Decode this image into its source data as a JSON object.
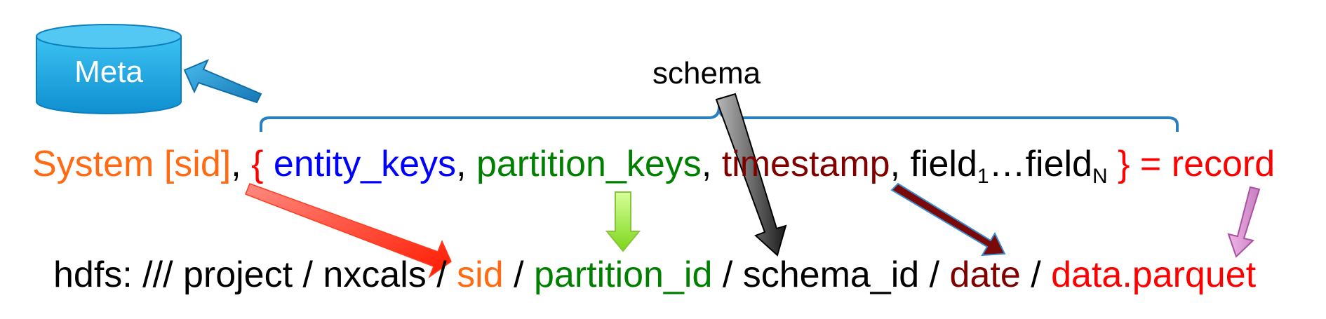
{
  "colors": {
    "system": "#ff6a13",
    "brace": "#ff0000",
    "entity": "#0000ff",
    "partition": "#008000",
    "timestamp": "#800000",
    "record": "#ff0000",
    "db": "#1ba7e3",
    "schema_brace": "#2a7fc1"
  },
  "meta": {
    "label": "Meta",
    "icon": "database-cylinder-icon"
  },
  "schema": {
    "label": "schema"
  },
  "record_line": {
    "system": "System [sid]",
    "comma1": ",",
    "open_brace": "{",
    "entity_keys": "entity_keys",
    "comma2": ",",
    "partition_keys": "partition_keys",
    "comma3": ",",
    "timestamp": "timestamp",
    "comma4": ",",
    "field_prefix": "field",
    "field_sub1": "1",
    "ellipsis": "…field",
    "field_subN": "N",
    "close_brace": "}",
    "equals": "=",
    "record": "record"
  },
  "path_line": {
    "prefix": "hdfs: /// project / nxcals /",
    "sid": "sid",
    "sep1": "/",
    "partition_id": "partition_id",
    "sep2": "/ schema_id /",
    "date": "date",
    "sep3": "/",
    "data_file": "data.parquet"
  }
}
